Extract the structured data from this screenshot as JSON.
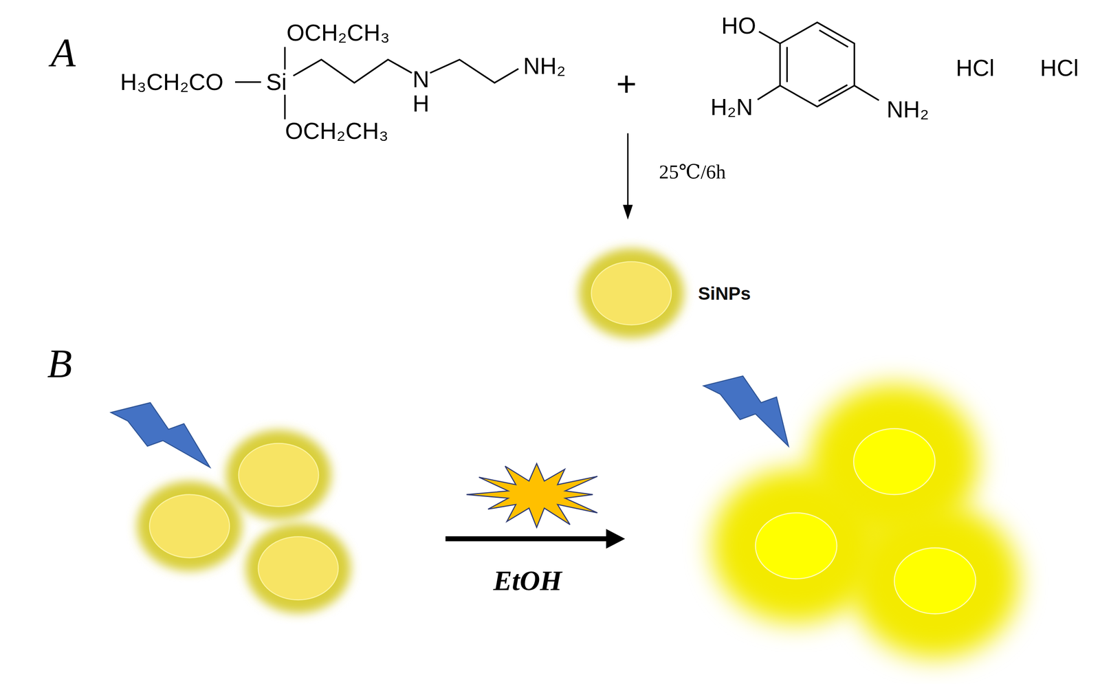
{
  "diagram": {
    "nodes": [
      {
        "text": [
          "SiNPs"
        ]
      }
    ],
    "labels": [
      "A",
      "OCH₂CH₃",
      "H₃CH₂CO",
      "Si",
      "N",
      "H",
      "NH₂",
      "OCH₂CH₃",
      "+",
      "HO",
      "H₂N",
      "NH₂",
      "HCl",
      "HCl",
      "25℃/6h",
      "B",
      "EtOH"
    ]
  }
}
